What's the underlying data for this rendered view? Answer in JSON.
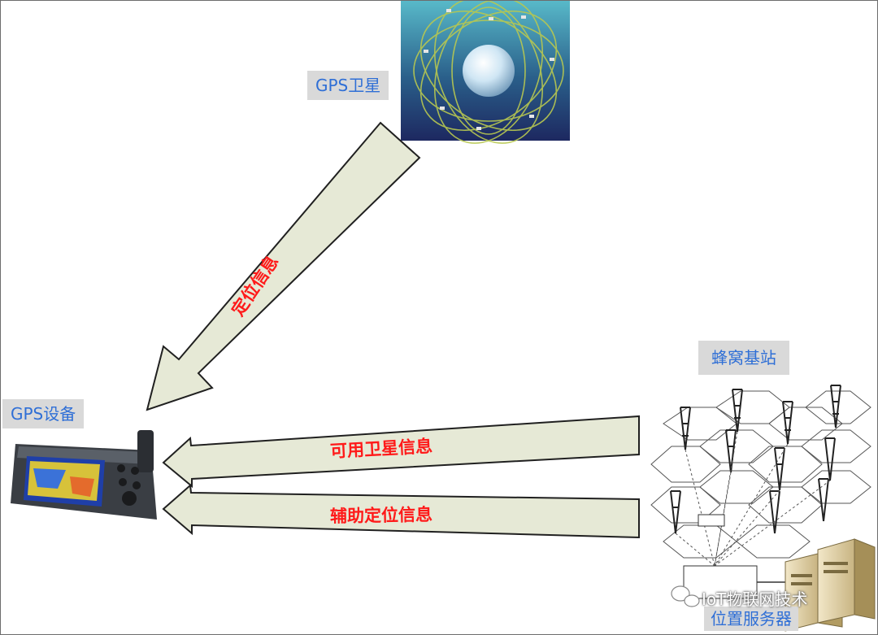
{
  "labels": {
    "gps_satellite": "GPS卫星",
    "gps_device": "GPS设备",
    "cell_station": "蜂窝基站",
    "location_server": "位置服务器"
  },
  "arrows": {
    "positioning": "定位信息",
    "available_satellite": "可用卫星信息",
    "assisted_positioning": "辅助定位信息"
  },
  "watermark": "IoT物联网技术",
  "colors": {
    "label_bg": "#d9d9d9",
    "label_text": "#2f6fd6",
    "arrow_fill": "#e6e9d6",
    "arrow_text": "#ff1a1a"
  }
}
